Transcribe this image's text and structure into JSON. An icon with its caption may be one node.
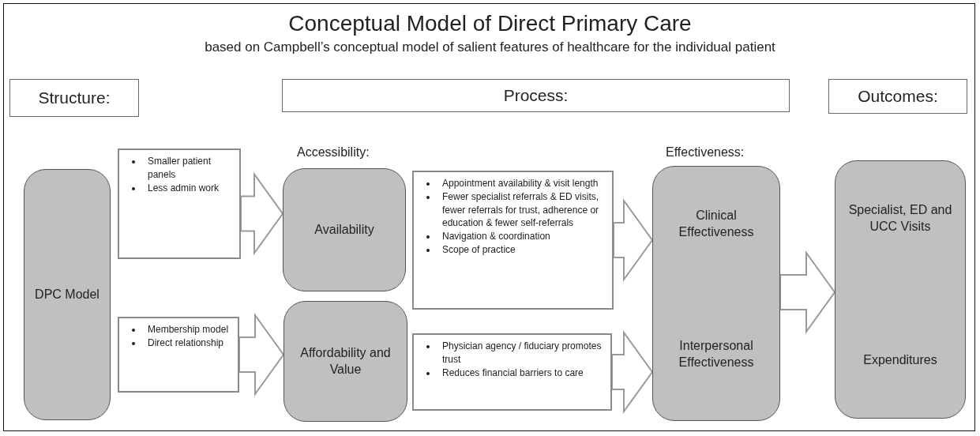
{
  "diagram": {
    "title": "Conceptual Model of Direct Primary Care",
    "nodes": [
      {
        "text": [
          "Structure:"
        ]
      },
      {
        "text": [
          "Process:"
        ]
      },
      {
        "text": [
          "Outcomes:"
        ]
      },
      {
        "text": [
          "DPC Model"
        ]
      },
      {
        "text": [
          "Smaller patient panels",
          "Less admin work"
        ]
      },
      {
        "text": [
          "Availability"
        ]
      },
      {
        "text": [
          "Membership model",
          "Direct relationship"
        ]
      },
      {
        "text": [
          "Affordability and Value"
        ]
      },
      {
        "text": [
          "Appointment availability & visit length",
          "Fewer specialist referrals & ED visits, fewer referrals for trust, adherence or education & fewer self-referrals",
          "Navigation & coordination",
          "Scope of practice"
        ]
      },
      {
        "text": [
          "Physician agency / fiduciary promotes trust",
          "Reduces financial barriers to care"
        ]
      },
      {
        "text": [
          "Clinical Effectiveness",
          "Interpersonal Effectiveness"
        ]
      },
      {
        "text": [
          "Specialist, ED and UCC Visits",
          "Expenditures"
        ]
      }
    ],
    "edges": [
      {
        "from": 4,
        "to": 5,
        "arrow": "to"
      },
      {
        "from": 6,
        "to": 7,
        "arrow": "to"
      },
      {
        "from": 8,
        "to": 10,
        "arrow": "to"
      },
      {
        "from": 9,
        "to": 10,
        "arrow": "to"
      },
      {
        "from": 10,
        "to": 11,
        "arrow": "to"
      }
    ],
    "labels": [
      "based on Campbell’s conceptual model of salient features of healthcare for the individual patient",
      "Accessibility:",
      "Effectiveness:"
    ]
  }
}
